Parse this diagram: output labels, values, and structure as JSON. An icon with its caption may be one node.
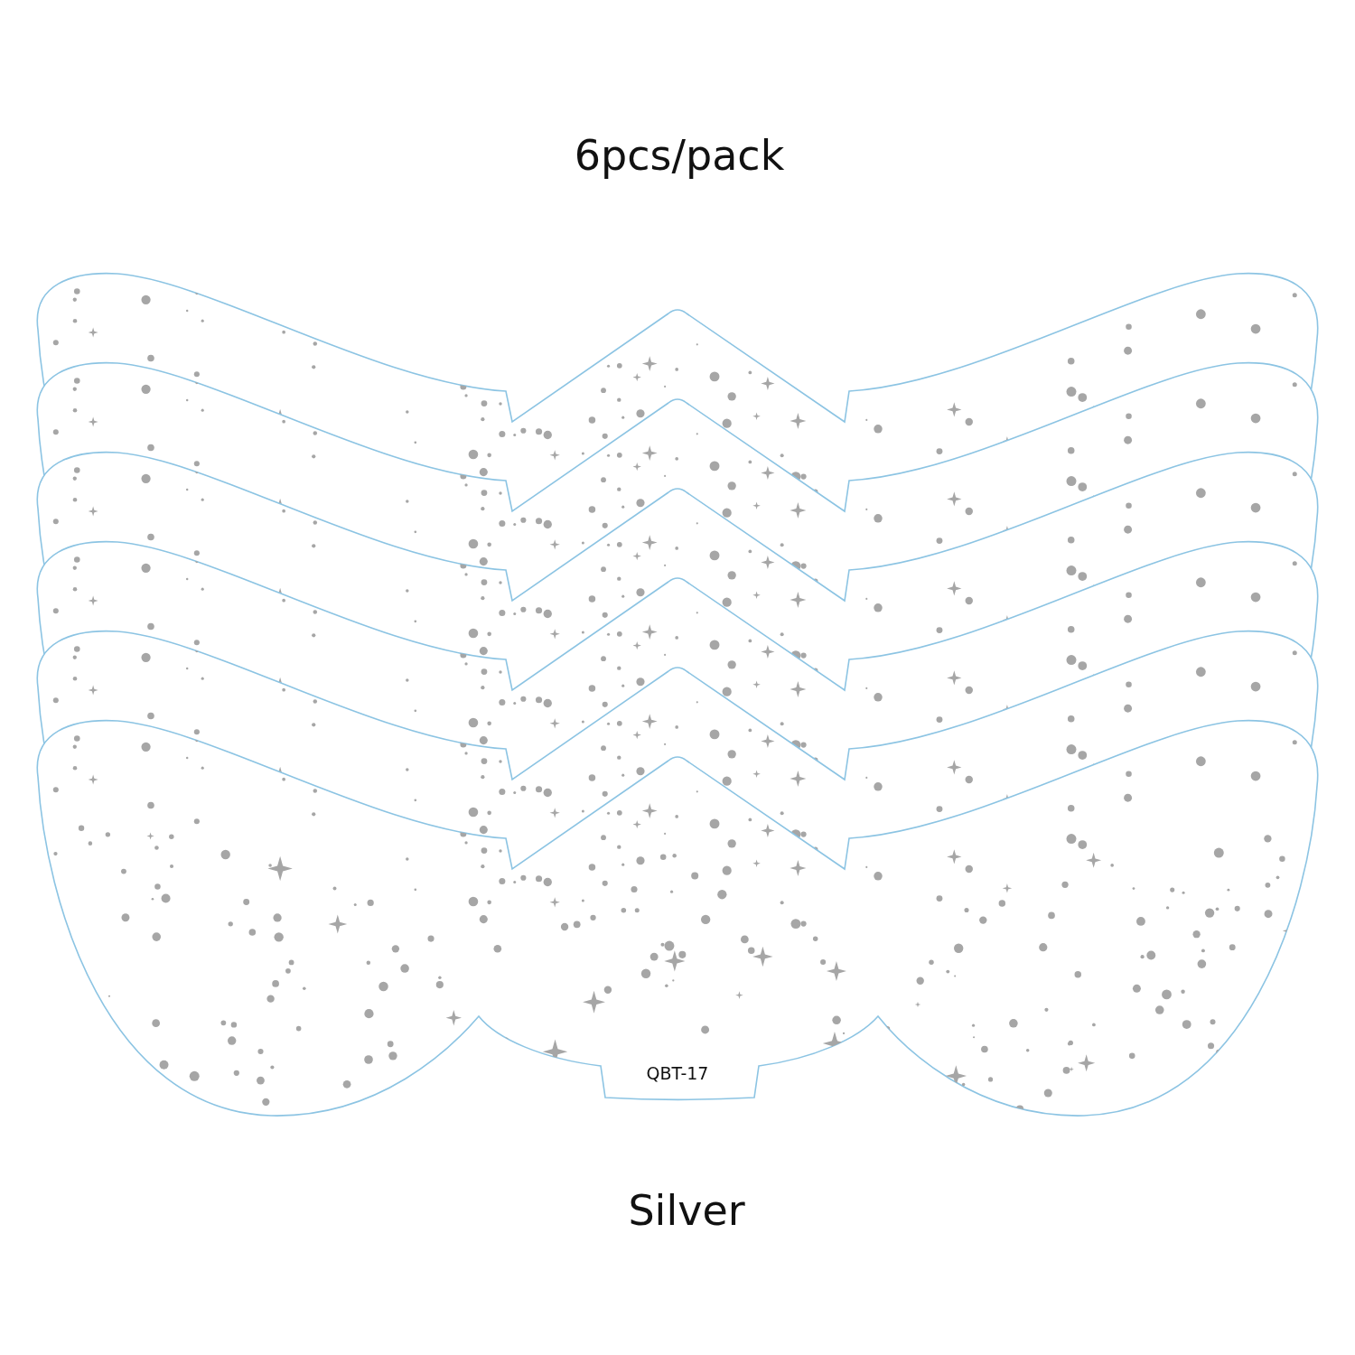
{
  "diagram": {
    "title": "6pcs/pack",
    "caption": "Silver",
    "labels": [
      "QBT-17"
    ]
  }
}
